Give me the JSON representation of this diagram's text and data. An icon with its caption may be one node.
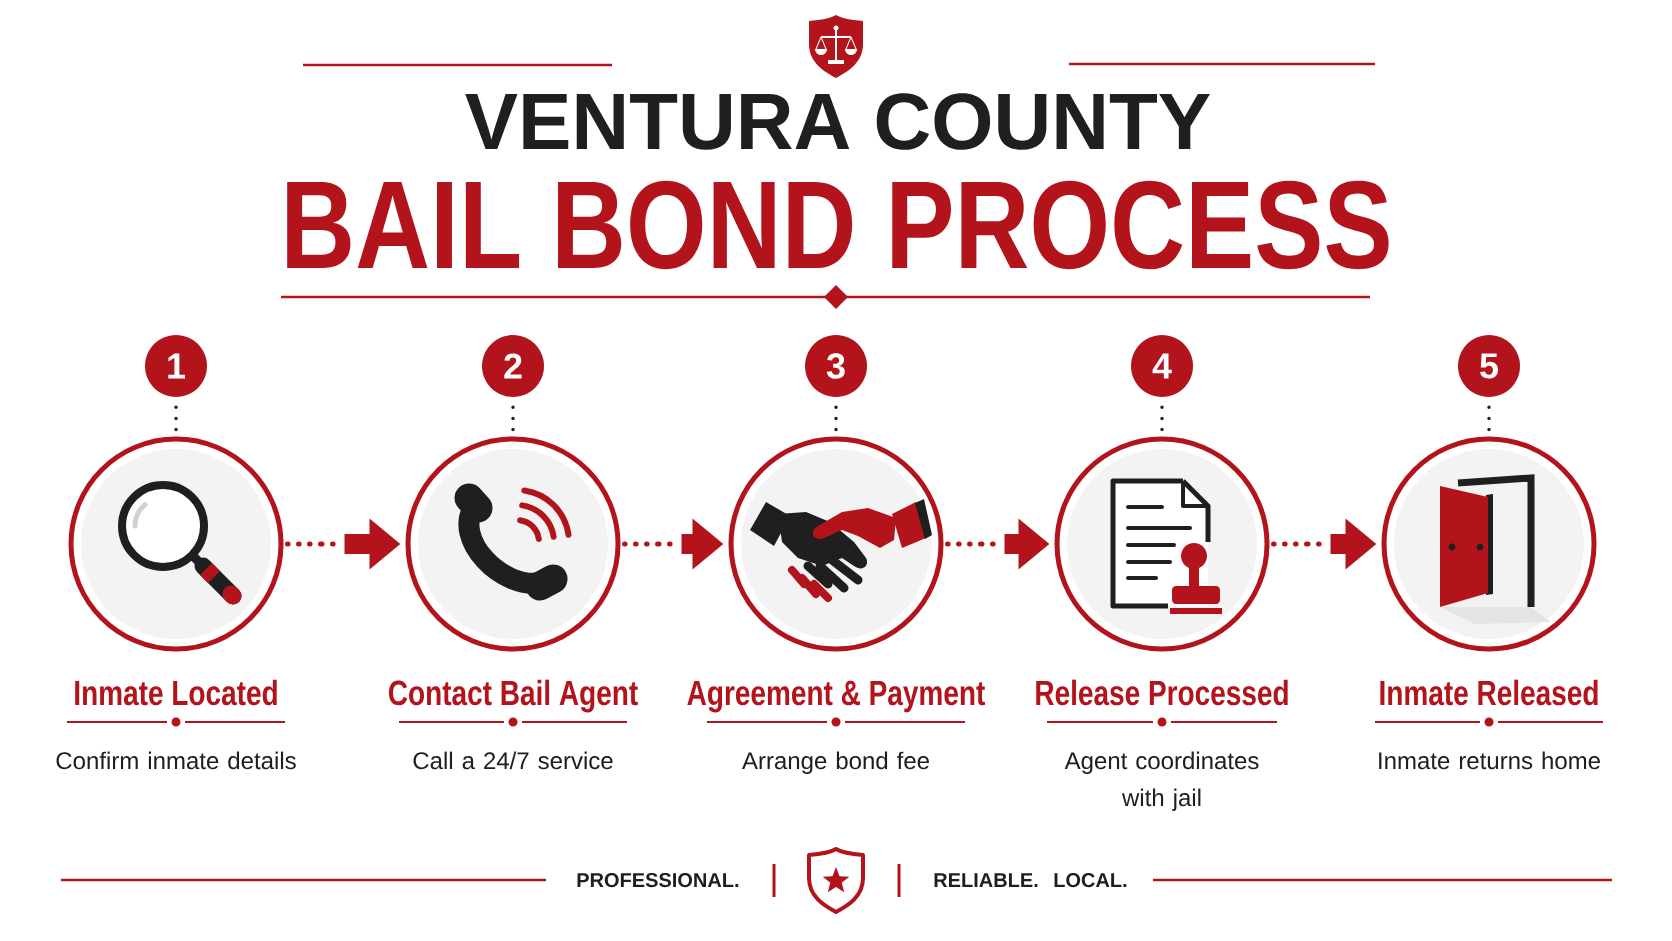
{
  "diagram": {
    "title": "VENTURA COUNTY",
    "nodes": [
      {
        "text": [
          "1"
        ]
      },
      {
        "text": [
          "Inmate Located",
          "Confirm inmate details"
        ]
      },
      {
        "text": [
          "2"
        ]
      },
      {
        "text": [
          "Contact Bail Agent",
          "Call a 24/7 service"
        ]
      },
      {
        "text": [
          "3"
        ]
      },
      {
        "text": [
          "Agreement & Payment",
          "Arrange bond fee"
        ]
      },
      {
        "text": [
          "4"
        ]
      },
      {
        "text": [
          "Release Processed",
          "Agent coordinates with jail"
        ]
      },
      {
        "text": [
          "5"
        ]
      },
      {
        "text": [
          "Inmate Released",
          "Inmate returns home"
        ]
      }
    ],
    "edges": [
      {
        "from": 0,
        "to": 1,
        "arrow": "none",
        "style": "dashed"
      },
      {
        "from": 1,
        "to": 3,
        "arrow": "to",
        "color": "#b3141c"
      },
      {
        "from": 2,
        "to": 3,
        "arrow": "none",
        "style": "dashed"
      },
      {
        "from": 3,
        "to": 5,
        "arrow": "to",
        "color": "#b3141c"
      },
      {
        "from": 4,
        "to": 5,
        "arrow": "none",
        "style": "dashed"
      },
      {
        "from": 5,
        "to": 7,
        "arrow": "to",
        "color": "#b3141c"
      },
      {
        "from": 6,
        "to": 7,
        "arrow": "none",
        "style": "dashed"
      },
      {
        "from": 7,
        "to": 9,
        "arrow": "to",
        "color": "#b3141c"
      },
      {
        "from": 8,
        "to": 9,
        "arrow": "none",
        "style": "dashed"
      }
    ],
    "labels": [
      "BAIL BOND PROCESS",
      "PROFESSIONAL.",
      "RELIABLE.",
      "LOCAL."
    ]
  }
}
